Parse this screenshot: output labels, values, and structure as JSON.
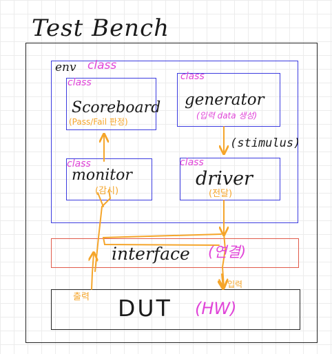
{
  "title": "Test Bench",
  "env": {
    "label": "env",
    "class_tag": "class"
  },
  "scoreboard": {
    "class_tag": "class",
    "name": "Scoreboard",
    "note": "(Pass/Fail 판정)"
  },
  "generator": {
    "class_tag": "class",
    "name": "generator",
    "note": "(입력 data 생성)"
  },
  "stimulus": "(stimulus)",
  "monitor": {
    "class_tag": "class",
    "name": "monitor",
    "note": "(감시)"
  },
  "driver": {
    "class_tag": "class",
    "name": "driver",
    "note": "(전달)"
  },
  "interface": {
    "name": "interface",
    "note": "(연결)"
  },
  "dut": {
    "name": "DUT",
    "hw": "(HW)",
    "output_note": "출력",
    "input_note": "입력"
  },
  "colors": {
    "frame": "#222222",
    "class_box": "#3a3adf",
    "interface_box": "#e05a4a",
    "class_tag": "#e044d8",
    "arrow": "#f5a52a"
  }
}
